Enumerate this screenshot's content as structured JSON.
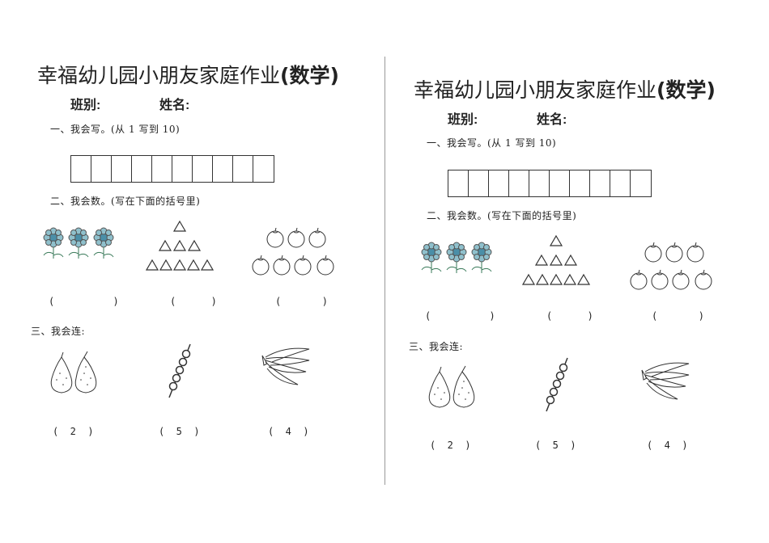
{
  "sheets": [
    {
      "title_main": "幸福幼儿园小朋友家庭作业",
      "title_paren": "(数学)",
      "class_label": "班别:",
      "name_label": "姓名:",
      "section1": "一、我会写。(从 1 写到 10)",
      "section2": "二、我会数。(写在下面的括号里)",
      "section3": "三、我会连:",
      "count_parens": [
        "(          )",
        "(      )",
        "(       )"
      ],
      "answers": [
        "(  2  )",
        "(  5  )",
        "(  4  )"
      ]
    },
    {
      "title_main": "幸福幼儿园小朋友家庭作业",
      "title_paren": "(数学)",
      "class_label": "班别:",
      "name_label": "姓名:",
      "section1": "一、我会写。(从 1 写到 10)",
      "section2": "二、我会数。(写在下面的括号里)",
      "section3": "三、我会连:",
      "count_parens": [
        "(          )",
        "(      )",
        "(       )"
      ],
      "answers": [
        "(  2  )",
        "(  5  )",
        "(  4  )"
      ]
    }
  ],
  "icons": {
    "flowers": "flower-icon",
    "triangles": "triangle-icon",
    "apples": "apple-icon",
    "pears": "pear-icon",
    "beads": "bead-skewer-icon",
    "bananas": "banana-bunch-icon"
  },
  "counts": {
    "flowers": 3,
    "triangles": 9,
    "apples": 7,
    "boxes": 10
  }
}
